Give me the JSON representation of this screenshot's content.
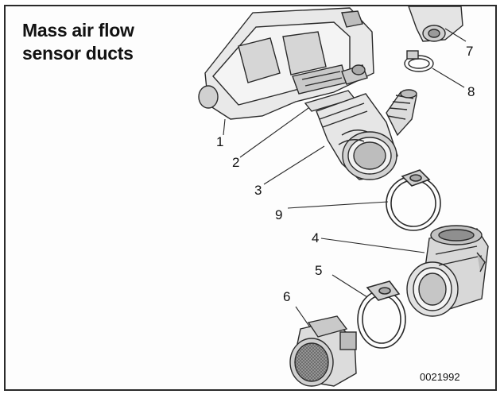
{
  "title": {
    "line1": "Mass air flow",
    "line2": "sensor ducts"
  },
  "callouts": [
    "1",
    "2",
    "3",
    "4",
    "5",
    "6",
    "7",
    "8",
    "9"
  ],
  "figure_id": "0021992",
  "colors": {
    "line": "#2a2a2a",
    "fill_light": "#e9e9e9",
    "fill_mid": "#c9c9c9",
    "fill_dark": "#8f8f8f"
  }
}
